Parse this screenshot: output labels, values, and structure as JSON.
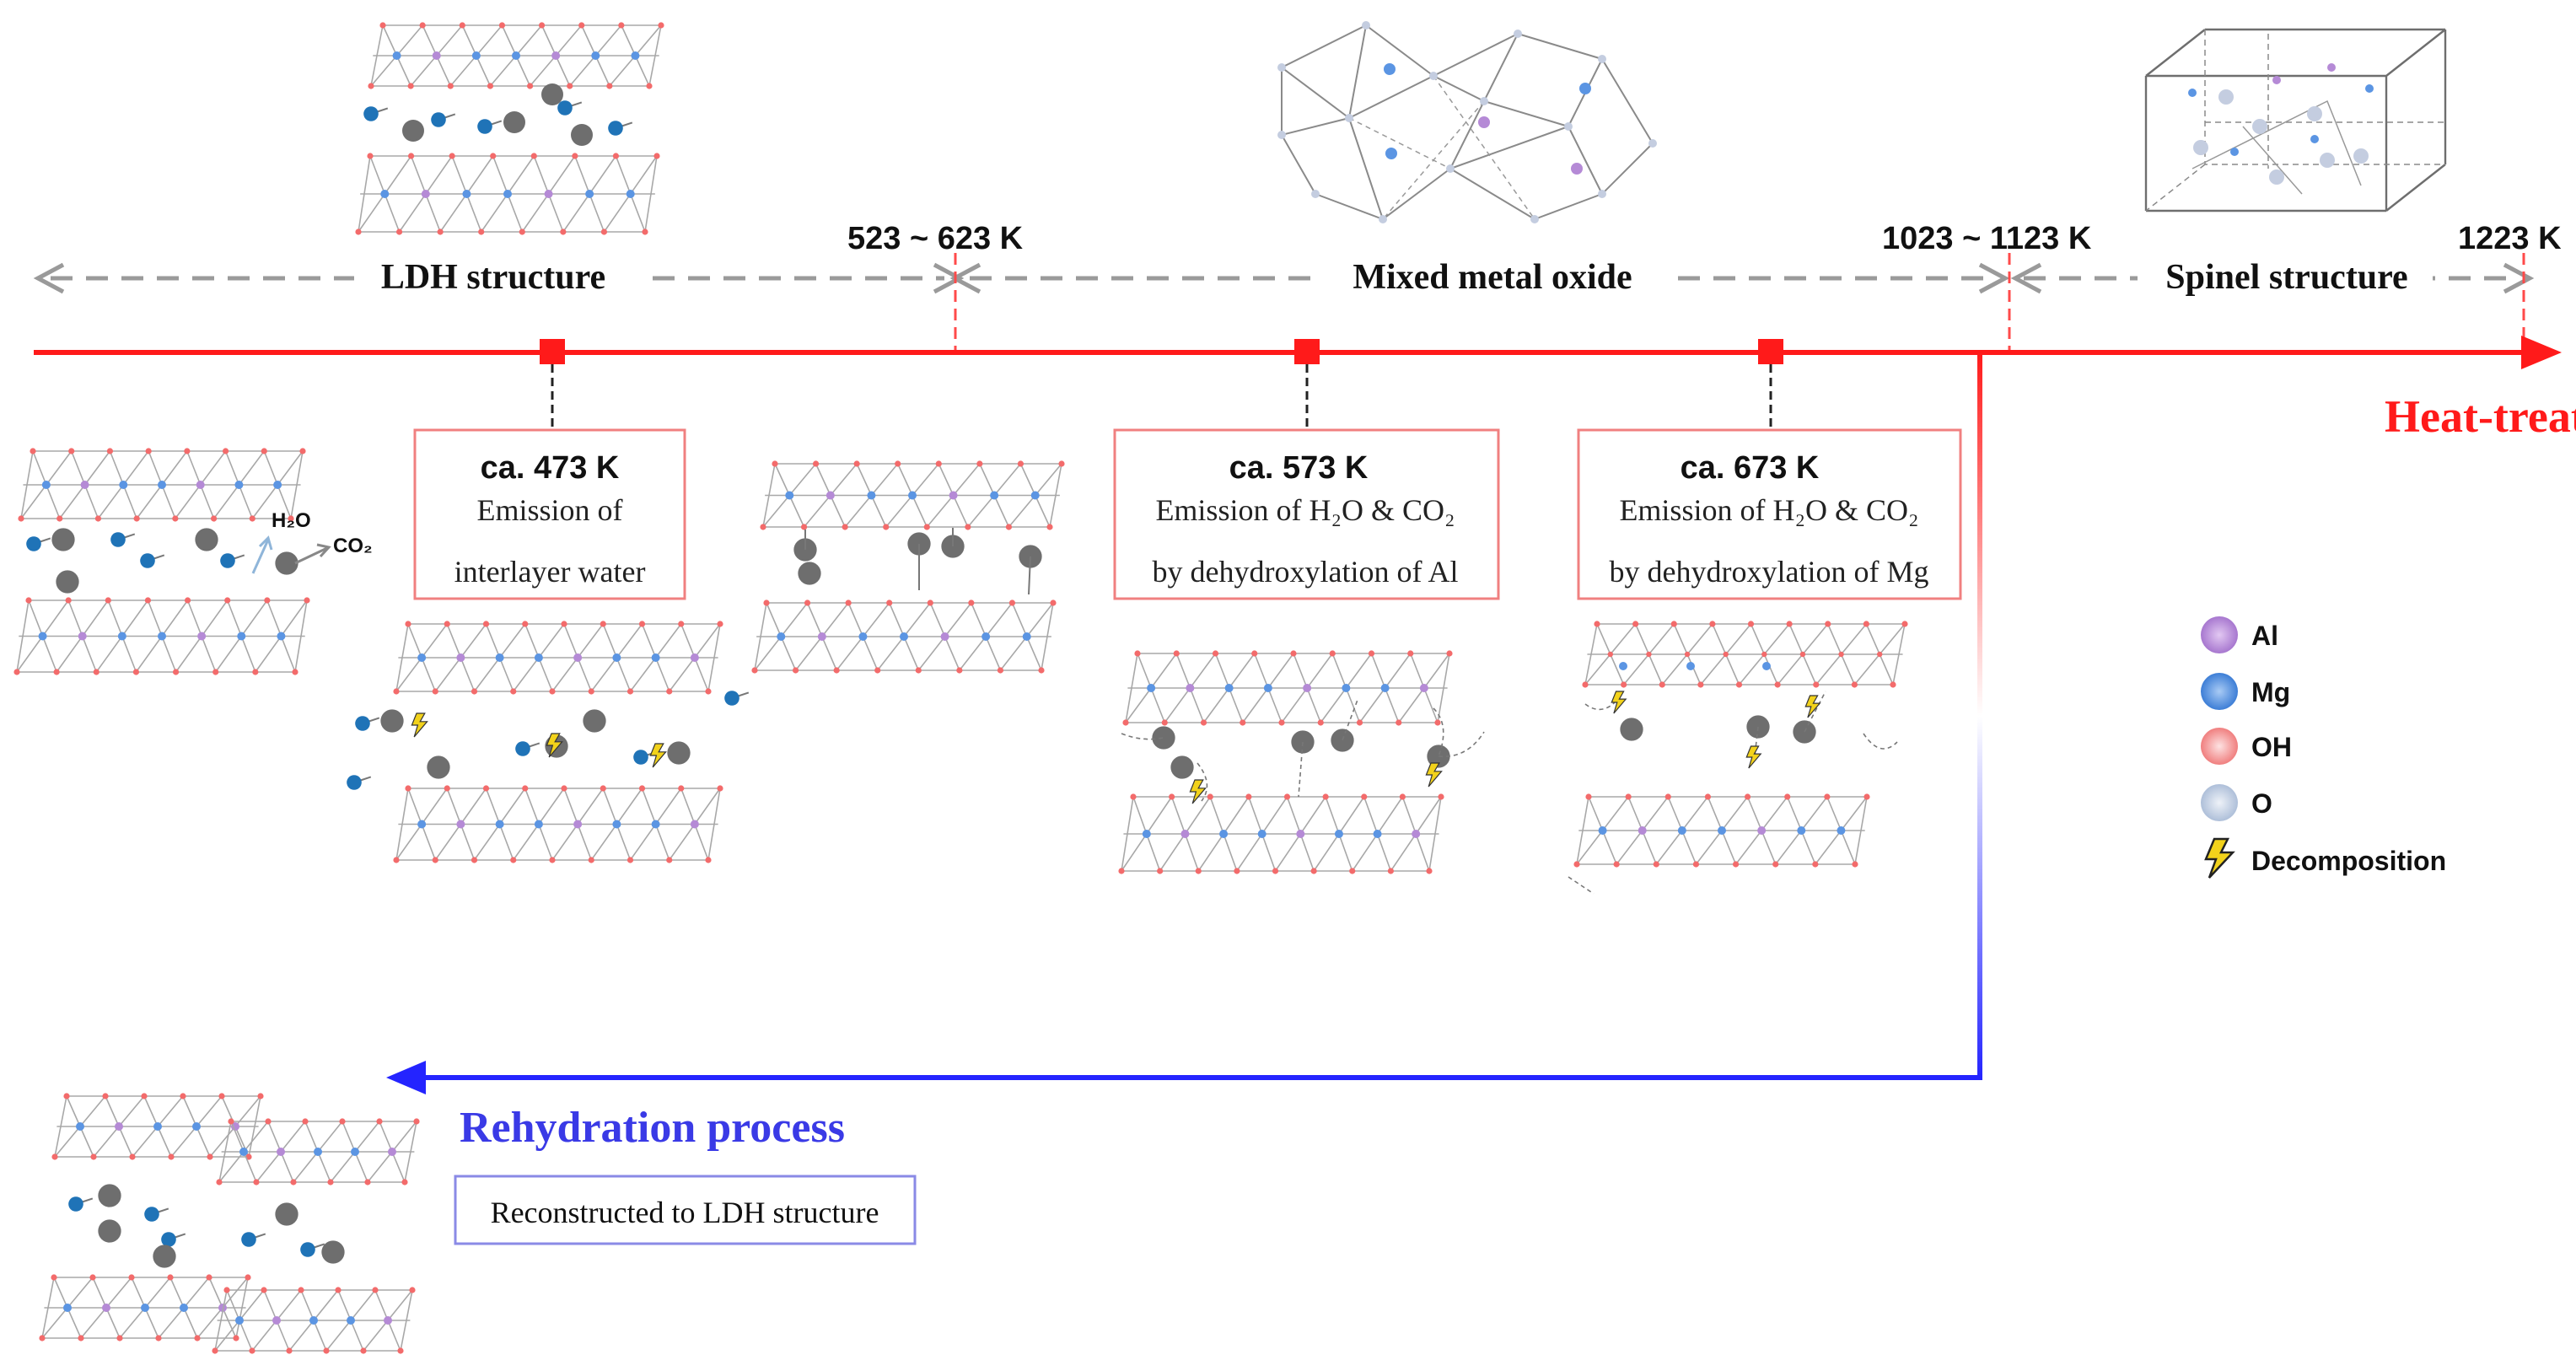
{
  "phases": {
    "ldh": "LDH structure",
    "mmo": "Mixed metal oxide",
    "spinel": "Spinel structure"
  },
  "temps": {
    "t1": "523 ~ 623 K",
    "t2": "1023 ~ 1123 K",
    "t3": "1223 K"
  },
  "stages": [
    {
      "temp": "ca. 473 K",
      "line1": "Emission of",
      "line2": "interlayer water"
    },
    {
      "temp": "ca. 573 K",
      "line1": "Emission of H₂O & CO₂",
      "line2": "by dehydroxylation of Al"
    },
    {
      "temp": "ca. 673 K",
      "line1": "Emission of H₂O & CO₂",
      "line2": "by dehydroxylation of Mg"
    }
  ],
  "heat_label": "Heat-treatment",
  "rehydration": {
    "title": "Rehydration process",
    "box": "Reconstructed to LDH structure"
  },
  "molecules": {
    "h2o": "H₂O",
    "co2": "CO₂"
  },
  "legend": [
    {
      "label": "Al",
      "color": "#b58ad6"
    },
    {
      "label": "Mg",
      "color": "#4f8fe0"
    },
    {
      "label": "OH",
      "color": "#f07f7f"
    },
    {
      "label": "O",
      "color": "#b8c8e0"
    },
    {
      "label": "Decomposition",
      "color": "#f2d21b"
    }
  ],
  "colors": {
    "timeline": "#ff1a1a",
    "heat_text": "#ff1a1a",
    "rehydration": "#2424ff",
    "rehydration_text": "#3a3ae6",
    "dashed": "#9a9a9a",
    "stage_box": "#f08080",
    "reconstructed_box": "#8a8ae6"
  }
}
